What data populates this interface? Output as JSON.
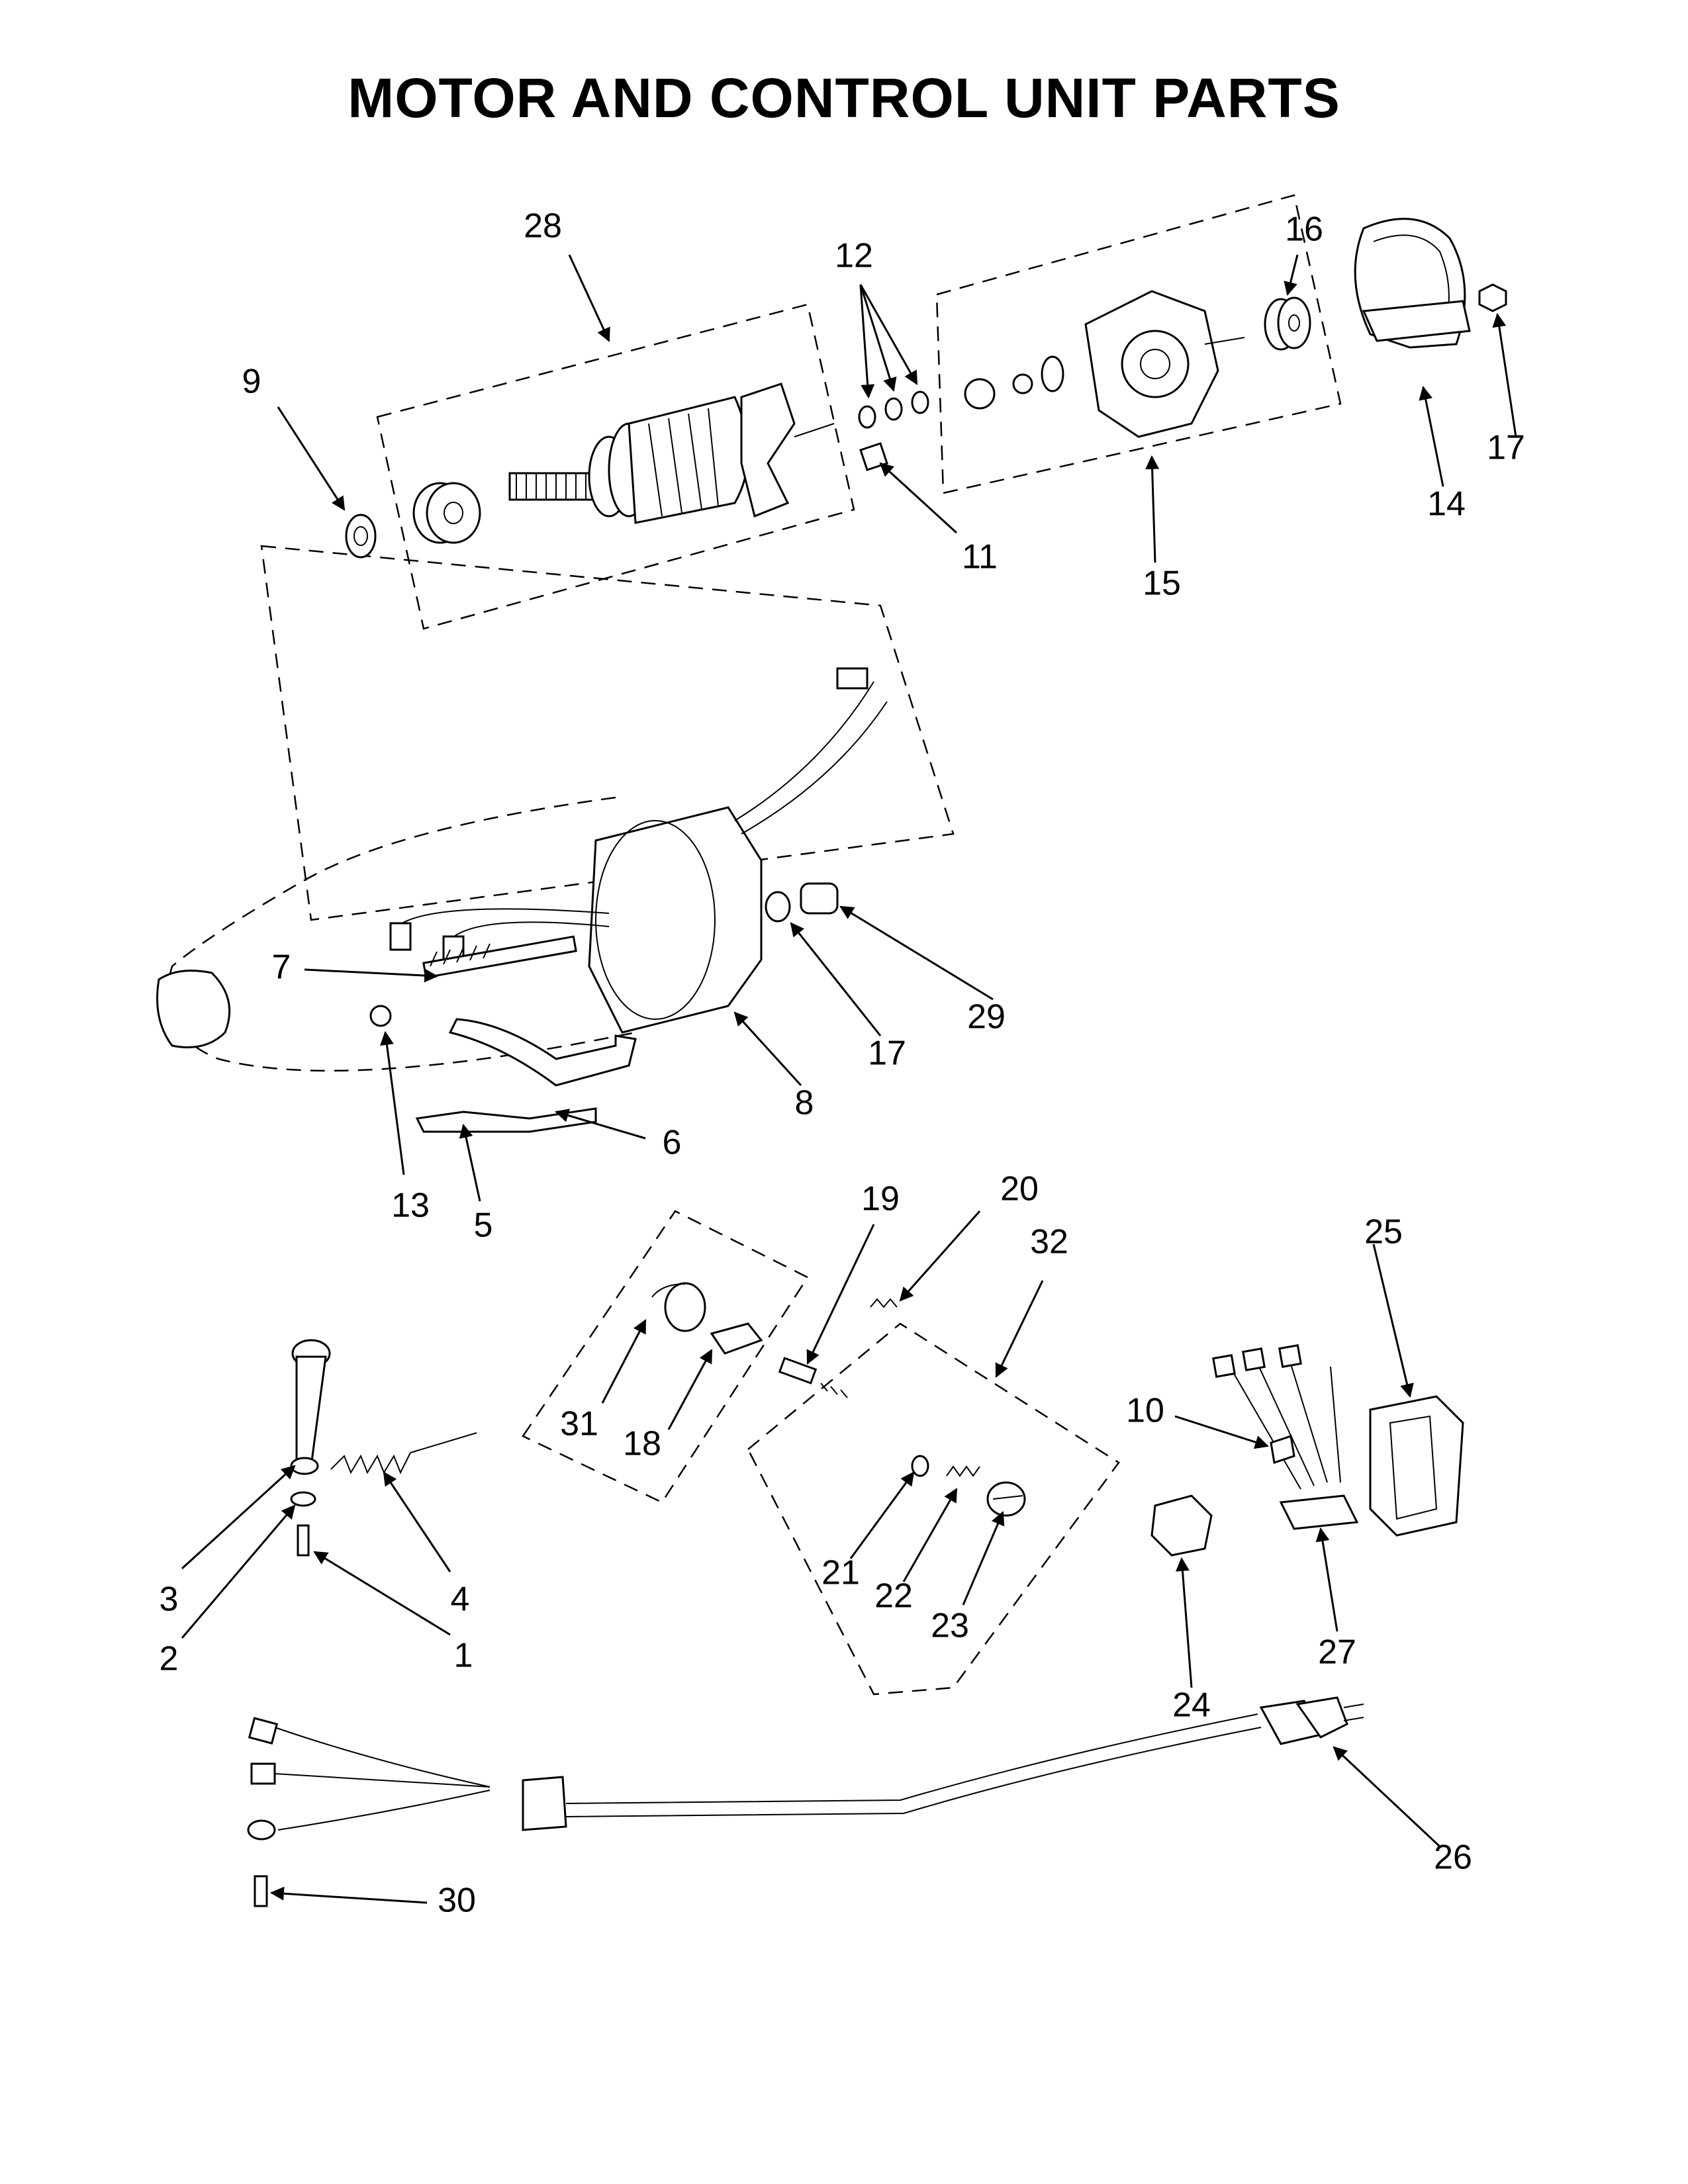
{
  "title": "MOTOR AND CONTROL UNIT PARTS",
  "callouts": [
    {
      "id": "c28",
      "label": "28"
    },
    {
      "id": "c12",
      "label": "12"
    },
    {
      "id": "c16",
      "label": "16"
    },
    {
      "id": "c9",
      "label": "9"
    },
    {
      "id": "c17a",
      "label": "17"
    },
    {
      "id": "c14",
      "label": "14"
    },
    {
      "id": "c11",
      "label": "11"
    },
    {
      "id": "c15",
      "label": "15"
    },
    {
      "id": "c7",
      "label": "7"
    },
    {
      "id": "c29",
      "label": "29"
    },
    {
      "id": "c17b",
      "label": "17"
    },
    {
      "id": "c8",
      "label": "8"
    },
    {
      "id": "c6",
      "label": "6"
    },
    {
      "id": "c13",
      "label": "13"
    },
    {
      "id": "c5",
      "label": "5"
    },
    {
      "id": "c19",
      "label": "19"
    },
    {
      "id": "c20",
      "label": "20"
    },
    {
      "id": "c32",
      "label": "32"
    },
    {
      "id": "c25",
      "label": "25"
    },
    {
      "id": "c31",
      "label": "31"
    },
    {
      "id": "c18",
      "label": "18"
    },
    {
      "id": "c10",
      "label": "10"
    },
    {
      "id": "c3",
      "label": "3"
    },
    {
      "id": "c4",
      "label": "4"
    },
    {
      "id": "c2",
      "label": "2"
    },
    {
      "id": "c1",
      "label": "1"
    },
    {
      "id": "c21",
      "label": "21"
    },
    {
      "id": "c22",
      "label": "22"
    },
    {
      "id": "c23",
      "label": "23"
    },
    {
      "id": "c27",
      "label": "27"
    },
    {
      "id": "c24",
      "label": "24"
    },
    {
      "id": "c26",
      "label": "26"
    },
    {
      "id": "c30",
      "label": "30"
    }
  ]
}
